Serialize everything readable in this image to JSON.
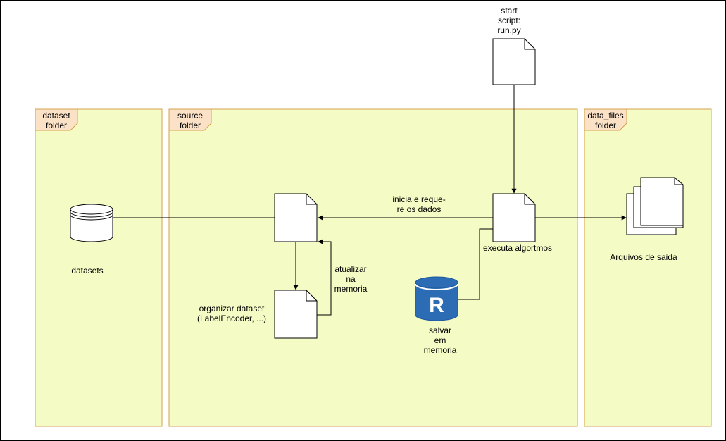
{
  "colors": {
    "frame_fill": "#f5fbc5",
    "frame_stroke": "#d6a24f",
    "tab_fill": "#fbe2c7",
    "line": "#000000",
    "db_blue": "#2b6cb5",
    "db_blue_dark": "#1f5a9e",
    "page_border": "#000000"
  },
  "frames": {
    "dataset": {
      "label_1": "dataset",
      "label_2": "folder"
    },
    "source": {
      "label_1": "source",
      "label_2": "folder"
    },
    "data_files": {
      "label_1": "data_files",
      "label_2": "folder"
    }
  },
  "nodes": {
    "start_script": {
      "line_1": "start",
      "line_2": "script:",
      "line_3": "run.py"
    },
    "datasets": {
      "label": "datasets"
    },
    "executa": {
      "label": "executa algortmos"
    },
    "organizar": {
      "line_1": "organizar dataset",
      "line_2": "(LabelEncoder, ...)"
    },
    "arquivos": {
      "label": "Arquivos de saida"
    },
    "salvar": {
      "line_1": "salvar",
      "line_2": "em",
      "line_3": "memoria",
      "icon": "R"
    }
  },
  "edges": {
    "inicia": {
      "line_1": "inicia e reque-",
      "line_2": "re os dados"
    },
    "atualizar": {
      "line_1": "atualizar",
      "line_2": "na",
      "line_3": "memoria"
    }
  }
}
